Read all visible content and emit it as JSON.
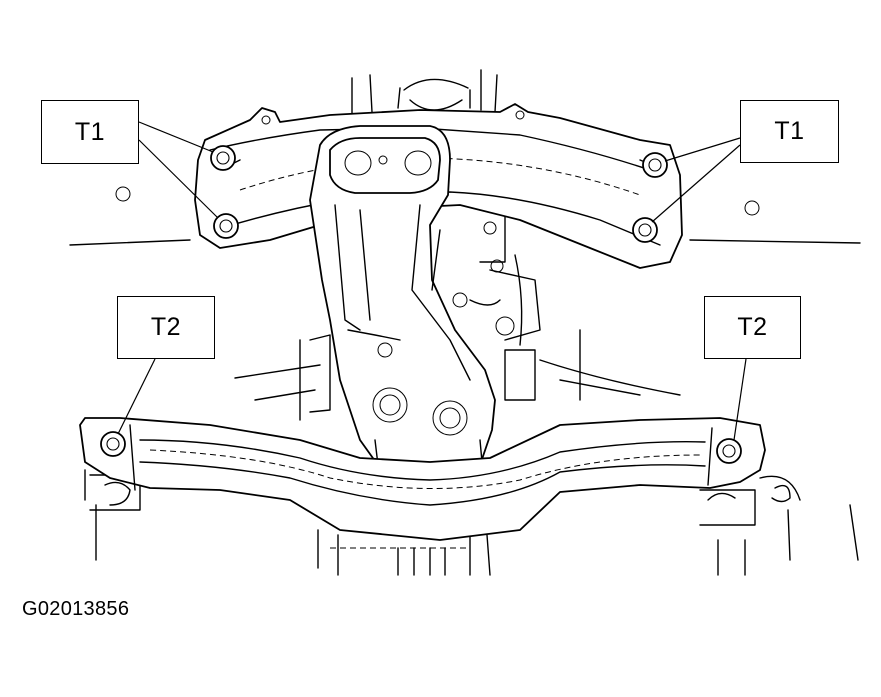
{
  "labels": {
    "t1_left": "T1",
    "t1_right": "T1",
    "t2_left": "T2",
    "t2_right": "T2"
  },
  "figure_code": "G02013856"
}
